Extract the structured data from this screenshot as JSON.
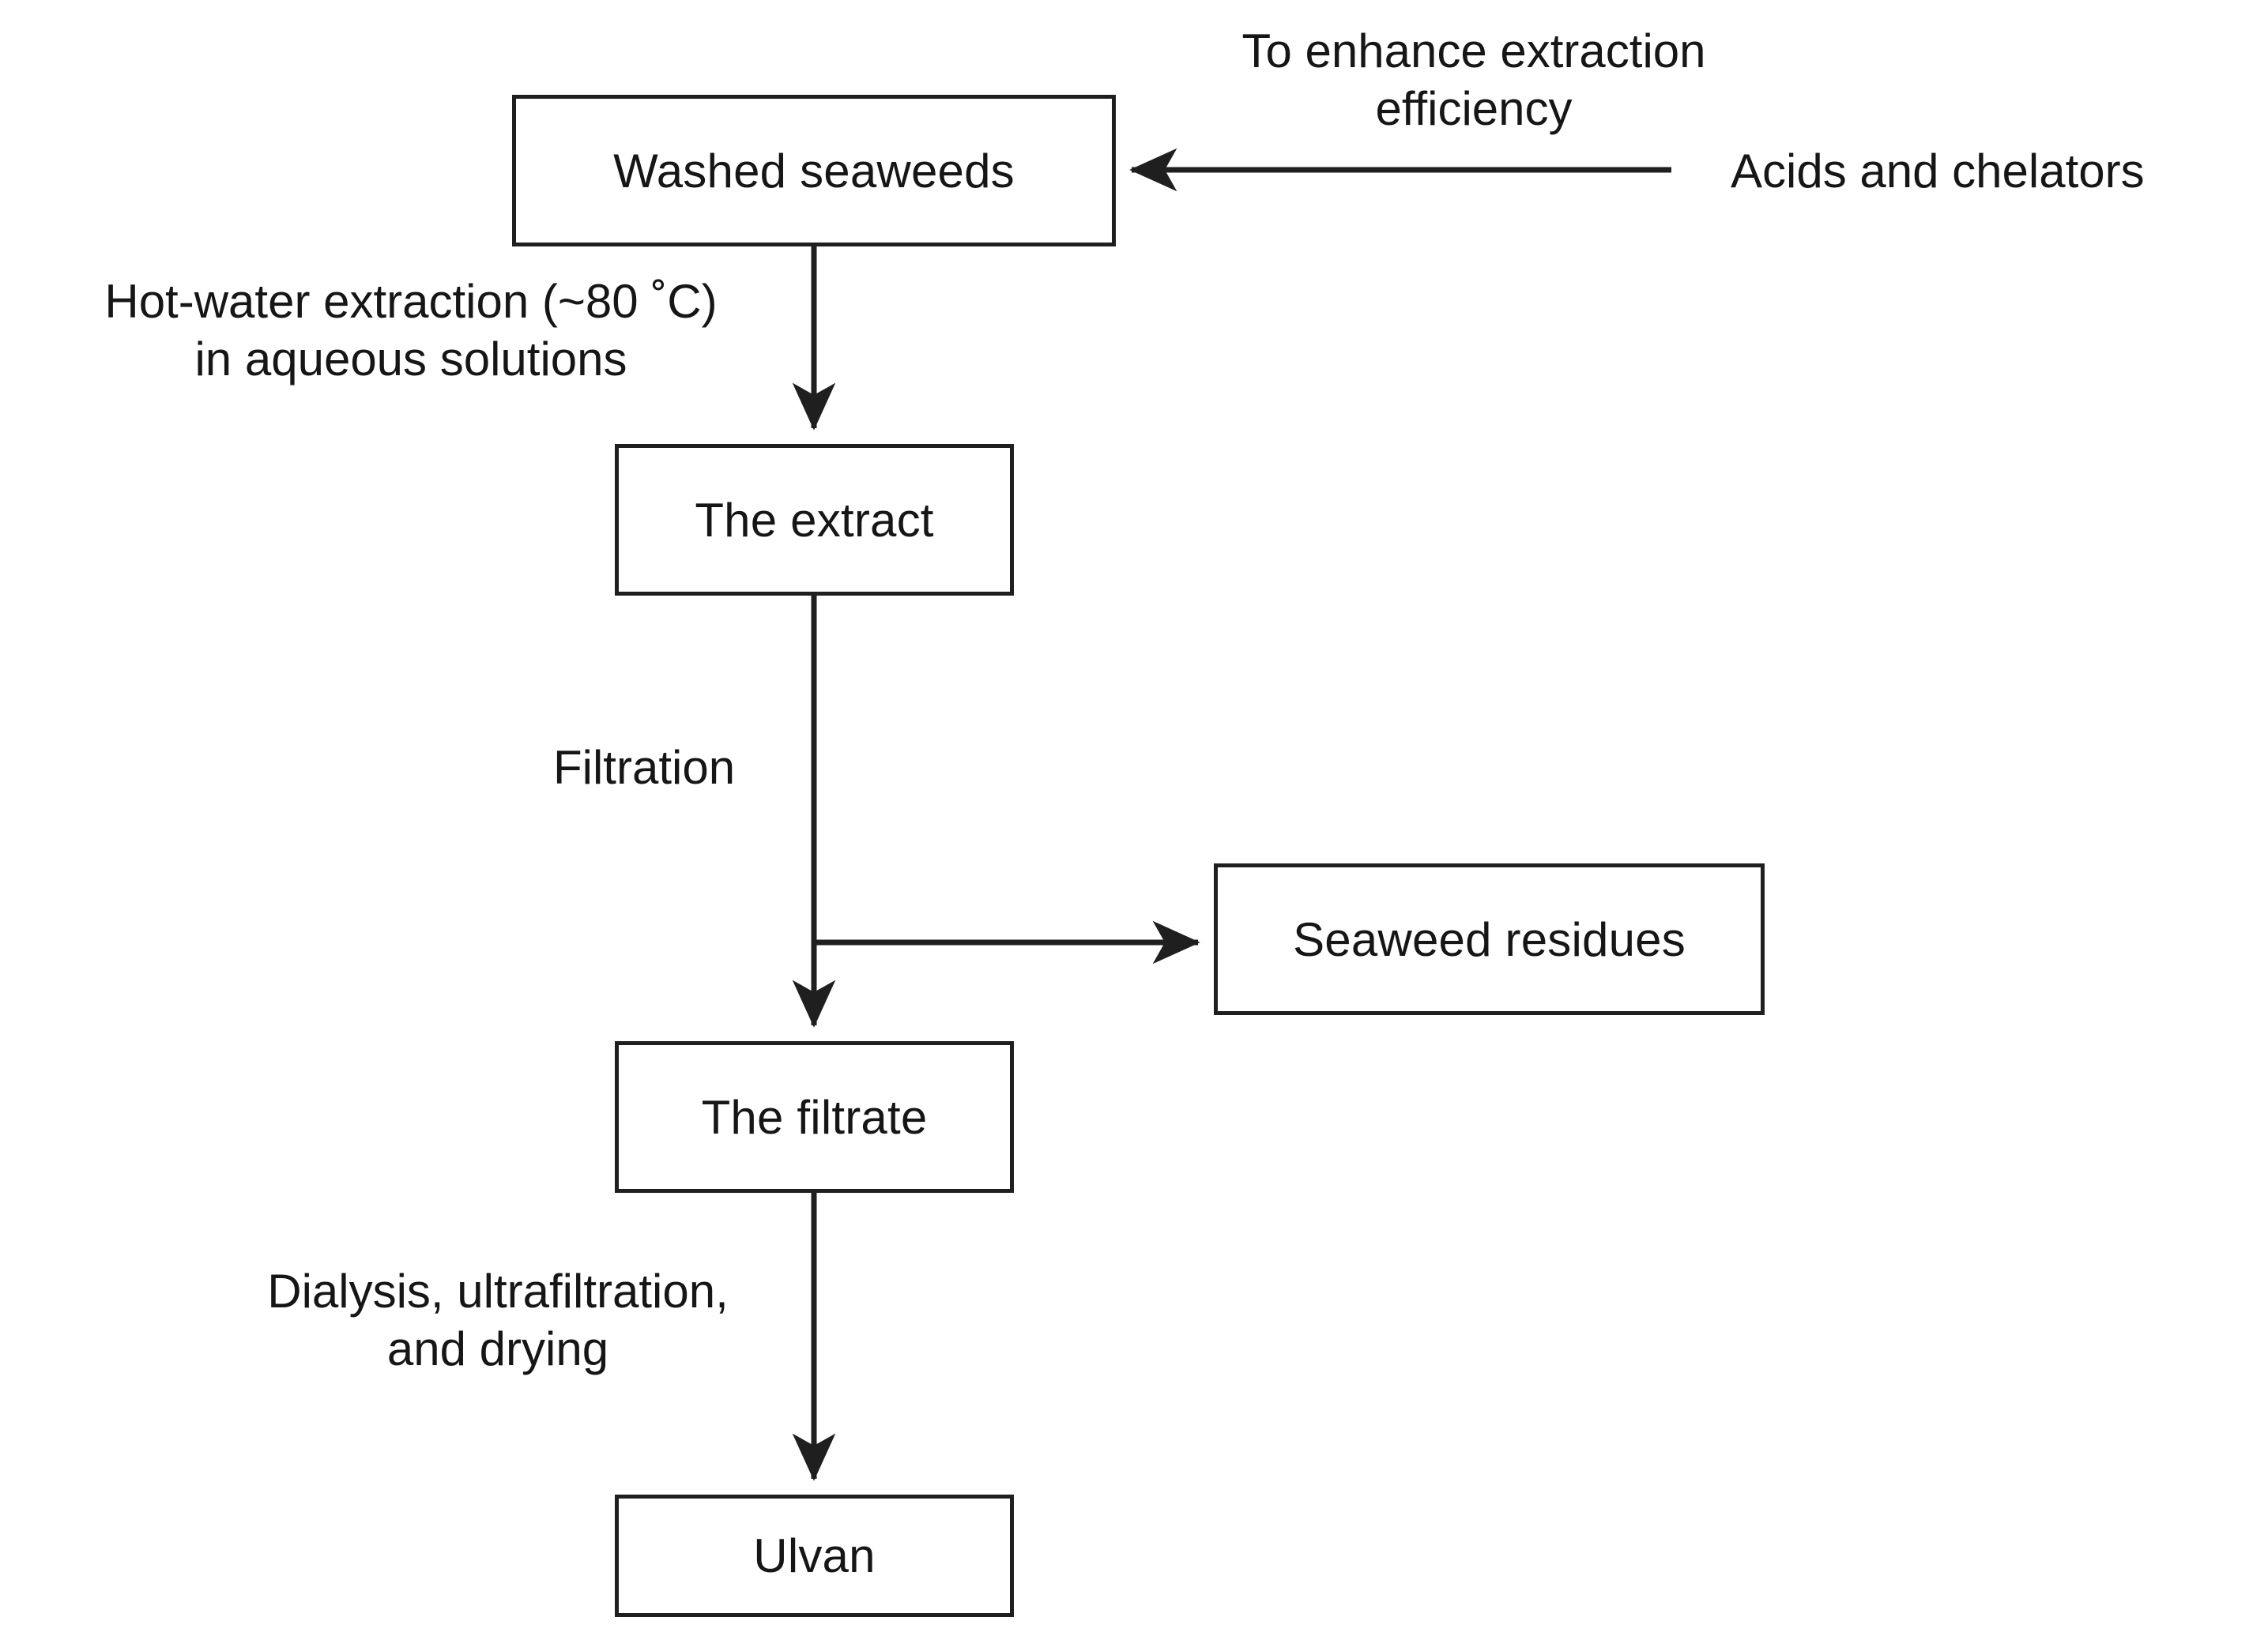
{
  "diagram": {
    "title": "Ulvan extraction flowchart",
    "stroke_color": "#1f1f1f",
    "text_color": "#161616",
    "background": "#ffffff",
    "nodes": [
      {
        "id": "washed-seaweeds",
        "label": "Washed seaweeds"
      },
      {
        "id": "the-extract",
        "label": "The extract"
      },
      {
        "id": "seaweed-residues",
        "label": "Seaweed residues"
      },
      {
        "id": "the-filtrate",
        "label": "The filtrate"
      },
      {
        "id": "ulvan",
        "label": "Ulvan"
      }
    ],
    "edge_labels": [
      {
        "id": "acids-and-chelators",
        "text": "Acids and chelators"
      },
      {
        "id": "enhance-efficiency",
        "text": "To enhance extraction\nefficiency"
      },
      {
        "id": "hot-water-extraction",
        "text": "Hot-water extraction (~80 ˚C)\nin aqueous solutions"
      },
      {
        "id": "filtration",
        "text": "Filtration"
      },
      {
        "id": "dialysis-drying",
        "text": "Dialysis, ultrafiltration,\nand drying"
      }
    ],
    "flow": [
      {
        "from": "acids-and-chelators",
        "to": "washed-seaweeds",
        "label": "To enhance extraction efficiency",
        "direction": "left"
      },
      {
        "from": "washed-seaweeds",
        "to": "the-extract",
        "label": "Hot-water extraction (~80 ˚C) in aqueous solutions",
        "direction": "down"
      },
      {
        "from": "the-extract",
        "to": "seaweed-residues",
        "label": "Filtration",
        "direction": "right"
      },
      {
        "from": "the-extract",
        "to": "the-filtrate",
        "label": "Filtration",
        "direction": "down"
      },
      {
        "from": "the-filtrate",
        "to": "ulvan",
        "label": "Dialysis, ultrafiltration, and drying",
        "direction": "down"
      }
    ]
  }
}
